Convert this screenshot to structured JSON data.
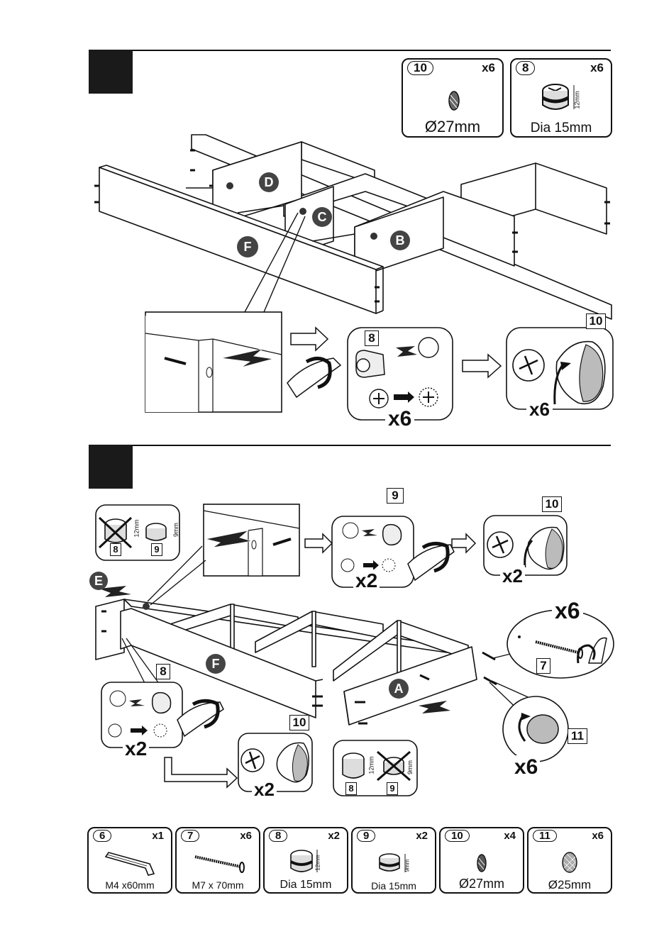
{
  "hardware_top": [
    {
      "num": "10",
      "qty": "x6",
      "label": "Ø27mm"
    },
    {
      "num": "8",
      "qty": "x6",
      "label": "Dia 15mm",
      "dim": "12mm"
    }
  ],
  "step1": {
    "panels": {
      "d": "D",
      "c": "C",
      "b": "B",
      "f": "F"
    },
    "cam_tag": "8",
    "cam_count": "x6",
    "cap_tag": "10",
    "cap_count": "x6"
  },
  "step2": {
    "compare1": {
      "a": "8",
      "b": "9",
      "dim_a": "12mm",
      "dim_b": "9mm"
    },
    "cam9_tag": "9",
    "cam9_count": "x2",
    "cap_tag": "10",
    "cap_count": "x2",
    "panels": {
      "e": "E",
      "f": "F",
      "a": "A"
    },
    "screw_count": "x6",
    "screw_tag": "7",
    "cam8_tag": "8",
    "cam8_count": "x2",
    "cap2_tag": "10",
    "cap2_count": "x2",
    "compare2": {
      "a": "8",
      "b": "9",
      "dim_a": "12mm",
      "dim_b": "9mm"
    },
    "cover_tag": "11",
    "cover_count": "x6"
  },
  "hardware_bottom": [
    {
      "num": "6",
      "qty": "x1",
      "label": "M4 x60mm"
    },
    {
      "num": "7",
      "qty": "x6",
      "label": "M7 x 70mm"
    },
    {
      "num": "8",
      "qty": "x2",
      "label": "Dia 15mm",
      "dim": "12mm"
    },
    {
      "num": "9",
      "qty": "x2",
      "label": "Dia 15mm",
      "dim": "9mm"
    },
    {
      "num": "10",
      "qty": "x4",
      "label": "Ø27mm"
    },
    {
      "num": "11",
      "qty": "x6",
      "label": "Ø25mm"
    }
  ]
}
